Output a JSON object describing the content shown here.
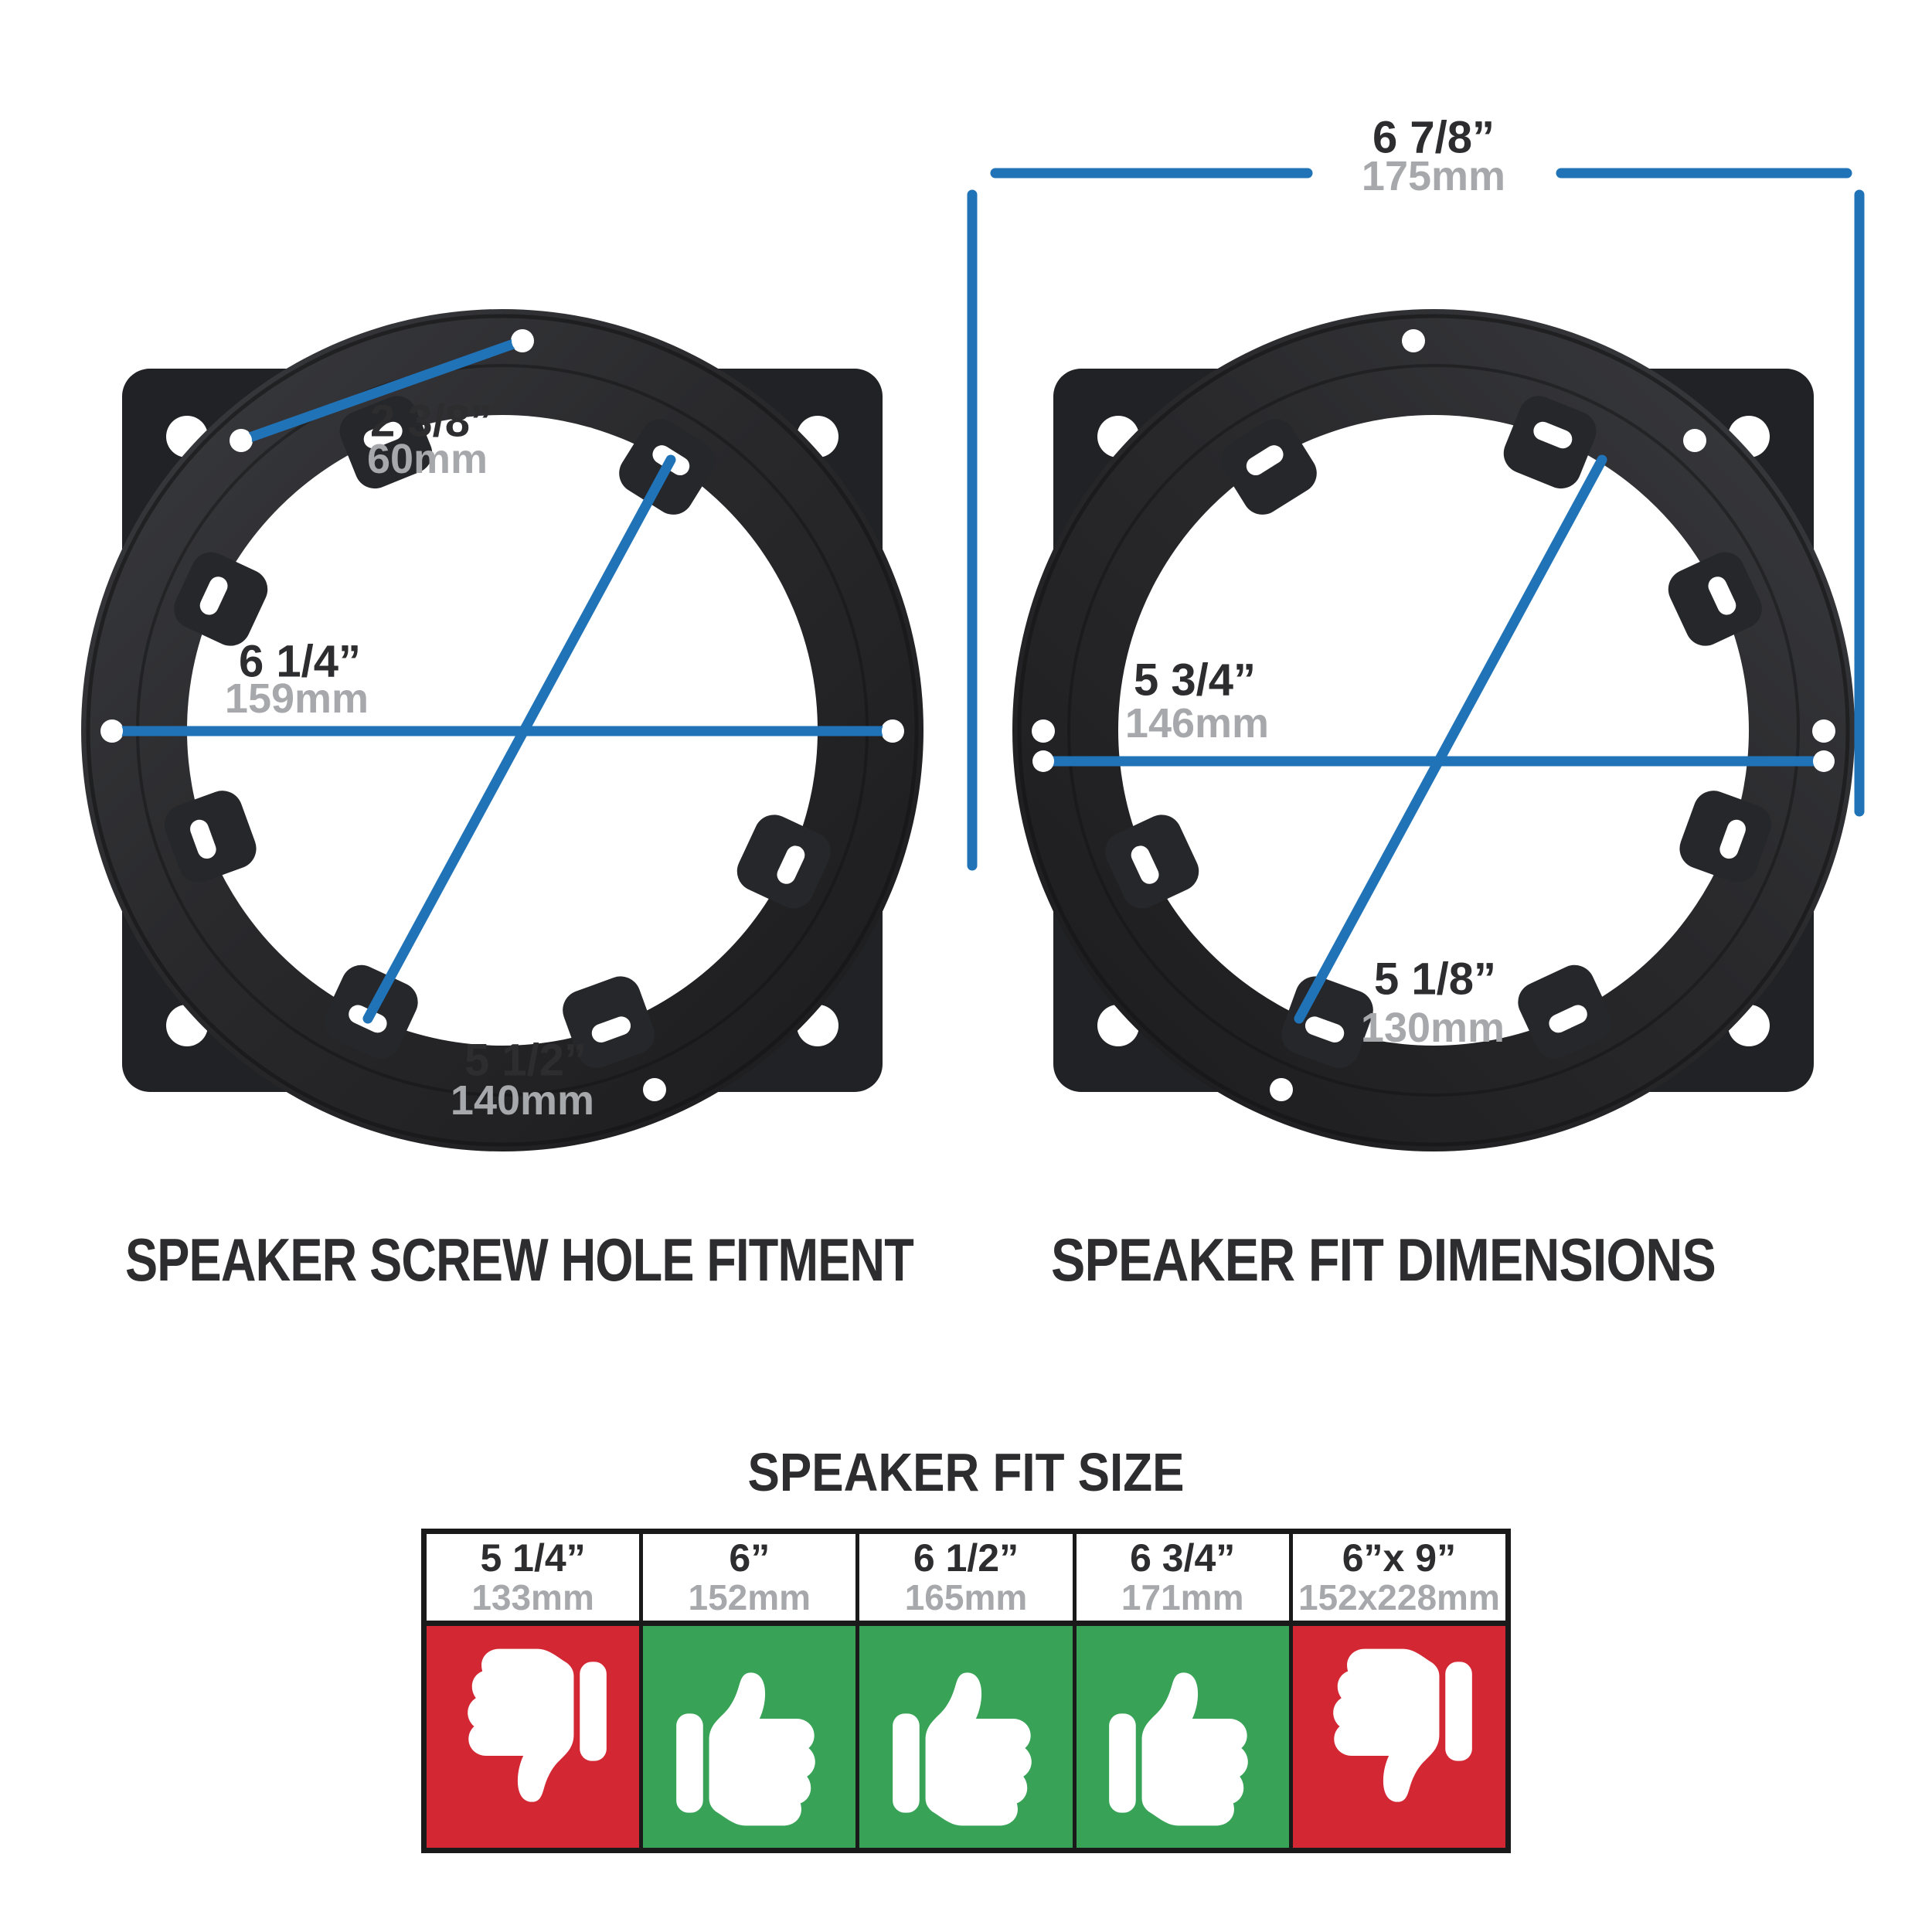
{
  "colors": {
    "blue": "#2173b8",
    "dark_text": "#2d2c2e",
    "gray_text": "#a6a8ab",
    "red": "#d32733",
    "green": "#38a257"
  },
  "left_diagram": {
    "caption": "SPEAKER SCREW HOLE FITMENT",
    "screw_spacing": {
      "inches": "2 3/8”",
      "mm": "60mm"
    },
    "outer_diameter": {
      "inches": "6 1/4”",
      "mm": "159mm"
    },
    "diagonal_spacing": {
      "inches": "5 1/2”",
      "mm": "140mm"
    }
  },
  "right_diagram": {
    "caption": "SPEAKER FIT DIMENSIONS",
    "overall_size": {
      "inches": "6 7/8”",
      "mm": "175mm"
    },
    "opening_width": {
      "inches": "5 3/4”",
      "mm": "146mm"
    },
    "diagonal_fit": {
      "inches": "5 1/8”",
      "mm": "130mm"
    }
  },
  "fit_table": {
    "title": "SPEAKER FIT SIZE",
    "columns": [
      {
        "inches": "5 1/4”",
        "mm": "133mm",
        "fit": false
      },
      {
        "inches": "6”",
        "mm": "152mm",
        "fit": true
      },
      {
        "inches": "6 1/2”",
        "mm": "165mm",
        "fit": true
      },
      {
        "inches": "6 3/4”",
        "mm": "171mm",
        "fit": true
      },
      {
        "inches": "6”x 9”",
        "mm": "152x228mm",
        "fit": false
      }
    ]
  }
}
